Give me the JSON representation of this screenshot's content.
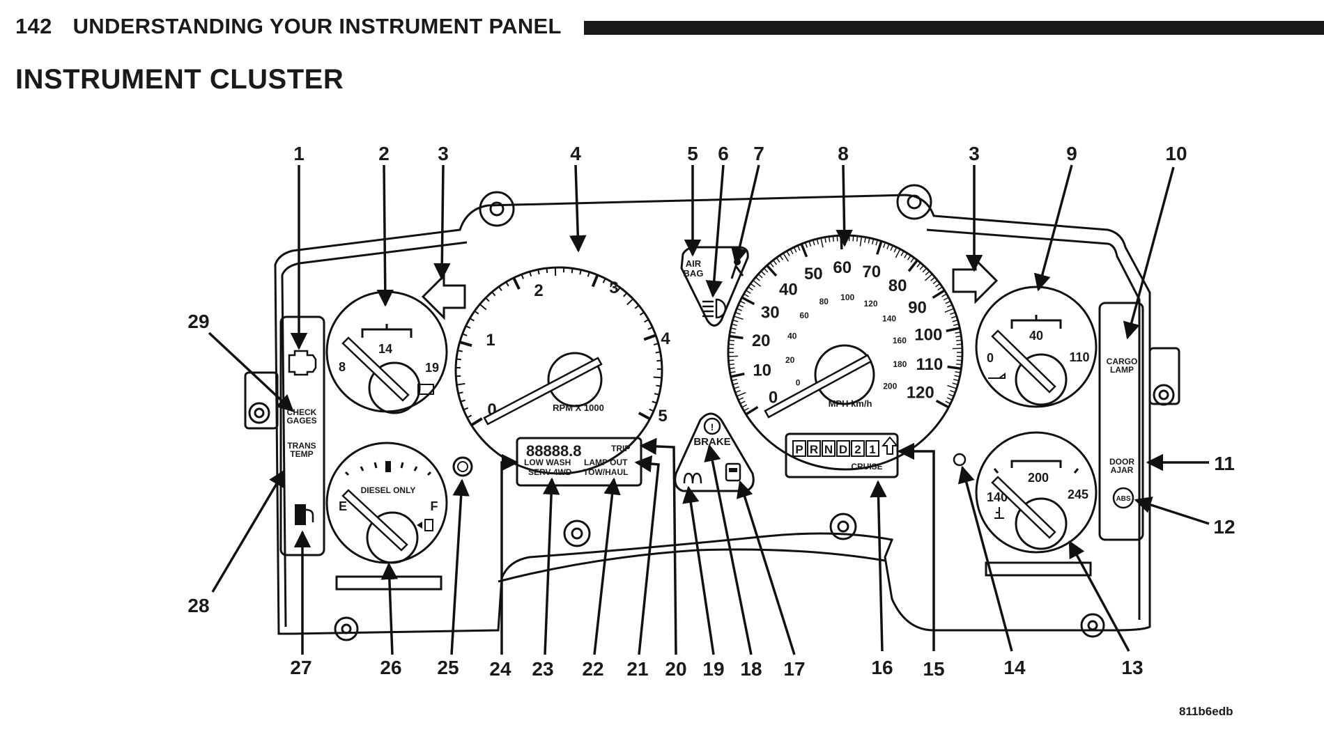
{
  "header": {
    "page_number": "142",
    "section": "UNDERSTANDING YOUR INSTRUMENT PANEL"
  },
  "title": "INSTRUMENT CLUSTER",
  "image_code": "811b6edb",
  "callouts": [
    "1",
    "2",
    "3",
    "4",
    "5",
    "6",
    "7",
    "8",
    "3",
    "9",
    "10",
    "11",
    "12",
    "13",
    "14",
    "15",
    "16",
    "17",
    "18",
    "19",
    "20",
    "21",
    "22",
    "23",
    "24",
    "25",
    "26",
    "27",
    "28",
    "29"
  ],
  "gauges": {
    "voltmeter": {
      "min": "8",
      "mid": "14",
      "max": "19"
    },
    "fuel": {
      "empty": "E",
      "full": "F",
      "label": "DIESEL ONLY"
    },
    "tachometer": {
      "ticks": [
        "0",
        "1",
        "2",
        "3",
        "4",
        "5"
      ],
      "label": "RPM X 1000"
    },
    "speedometer": {
      "mph": [
        "0",
        "10",
        "20",
        "30",
        "40",
        "50",
        "60",
        "70",
        "80",
        "90",
        "100",
        "110",
        "120"
      ],
      "kmh": [
        "0",
        "20",
        "40",
        "60",
        "80",
        "100",
        "120",
        "140",
        "160",
        "180",
        "200"
      ],
      "label": "MPH km/h"
    },
    "oil_pressure": {
      "min": "0",
      "mid": "40",
      "max": "110"
    },
    "temperature": {
      "min": "140",
      "mid": "200",
      "max": "245"
    }
  },
  "indicators": {
    "air_bag": [
      "AIR",
      "BAG"
    ],
    "brake": "BRAKE",
    "check_gages": [
      "CHECK",
      "GAGES"
    ],
    "trans_temp": [
      "TRANS",
      "TEMP"
    ],
    "cargo_lamp": [
      "CARGO",
      "LAMP"
    ],
    "door_ajar": [
      "DOOR",
      "AJAR"
    ],
    "abs": "ABS",
    "cruise": "CRUISE",
    "gears": [
      "P",
      "R",
      "N",
      "D",
      "2",
      "1"
    ]
  },
  "odometer": {
    "digits": "88888.8",
    "trip": "TRIP",
    "low_wash": "LOW WASH",
    "lamp_out": "LAMP OUT",
    "serv_4wd": "SERV 4WD",
    "tow_haul": "TOW/HAUL"
  }
}
